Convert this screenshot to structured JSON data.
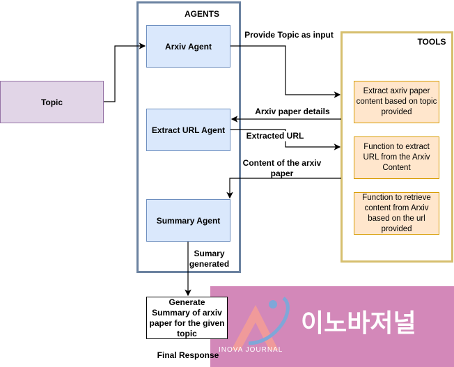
{
  "topic": "Topic",
  "agents": {
    "title": "AGENTS",
    "items": [
      "Arxiv Agent",
      "Extract URL Agent",
      "Summary Agent"
    ]
  },
  "tools": {
    "title": "TOOLS",
    "items": [
      "Extract axriv paper content based on topic provided",
      "Function to extract URL from the Arxiv Content",
      "Function to retrieve content from Arxiv based on the url provided"
    ]
  },
  "edges": {
    "provide": "Provide Topic as input",
    "details": "Arxiv paper details",
    "extracted": "Extracted URL",
    "content": "Content of the arxiv paper",
    "summary": "Sumary generated"
  },
  "output": {
    "box": "Generate Summary of arxiv paper  for the given topic",
    "label": "Final Response"
  },
  "watermark": {
    "brand": "INOVA JOURNAL",
    "korean": "이노바저널"
  }
}
